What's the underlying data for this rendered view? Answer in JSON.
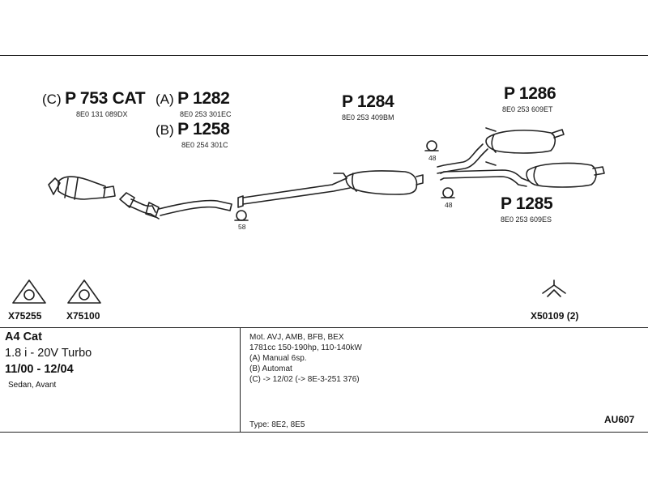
{
  "parts": {
    "p753": {
      "prefix": "(C)",
      "number": "P 753 CAT",
      "oem": "8E0 131 089DX"
    },
    "p1282": {
      "prefix": "(A)",
      "number": "P 1282",
      "oem": "8E0 253 301EC"
    },
    "p1258": {
      "prefix": "(B)",
      "number": "P 1258",
      "oem": "8E0 254 301C"
    },
    "p1284": {
      "number": "P 1284",
      "oem": "8E0 253 409BM"
    },
    "p1286": {
      "number": "P 1286",
      "oem": "8E0 253 609ET"
    },
    "p1285": {
      "number": "P 1285",
      "oem": "8E0 253 609ES"
    }
  },
  "hangers": {
    "h58": "58",
    "h48a": "48",
    "h48b": "48"
  },
  "gaskets": {
    "g1": "X75255",
    "g2": "X75100",
    "g3": "X50109 (2)"
  },
  "vehicle": {
    "model": "A4 Cat",
    "engine": "1.8 i - 20V Turbo",
    "years": "11/00 - 12/04",
    "body": "Sedan, Avant"
  },
  "details": {
    "line1": "Mot. AVJ, AMB, BFB, BEX",
    "line2": "1781cc 150-190hp, 110-140kW",
    "line3": "(A) Manual 6sp.",
    "line4": "(B) Automat",
    "line5": "(C) -> 12/02 (-> 8E-3-251 376)",
    "type": "Type:  8E2, 8E5"
  },
  "catalog_code": "AU607",
  "colors": {
    "line": "#222222",
    "paper": "#ffffff"
  }
}
